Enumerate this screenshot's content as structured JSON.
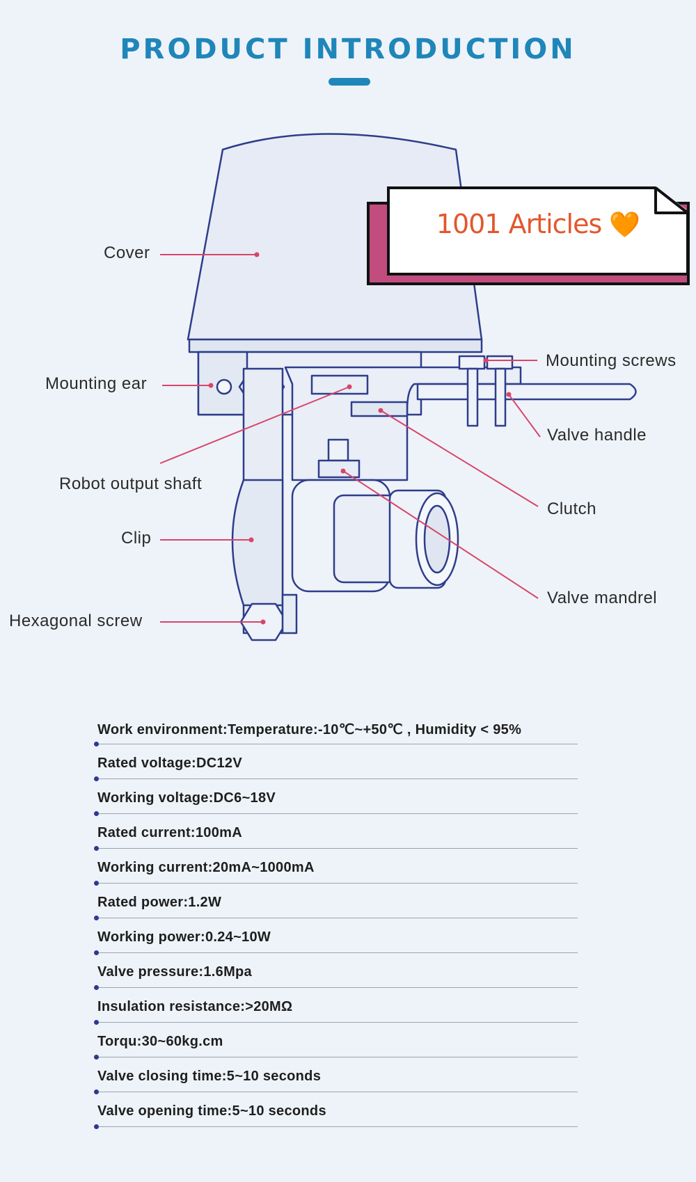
{
  "header": {
    "title": "PRODUCT INTRODUCTION"
  },
  "banner": {
    "text": "1001 Articles",
    "emoji": "🧡"
  },
  "diagram": {
    "labels": {
      "cover": "Cover",
      "mounting_ear": "Mounting ear",
      "robot_output_shaft": "Robot output shaft",
      "clip": "Clip",
      "hexagonal_screw": "Hexagonal screw",
      "mounting_screws": "Mounting screws",
      "valve_handle": "Valve handle",
      "clutch": "Clutch",
      "valve_mandrel": "Valve mandrel"
    },
    "colors": {
      "leader": "#d8456a",
      "outline": "#2e3d8a",
      "fill": "#e9eef7"
    }
  },
  "specs": [
    "Work environment:Temperature:-10℃~+50℃ ,  Humidity < 95%",
    "Rated voltage:DC12V",
    "Working voltage:DC6~18V",
    "Rated current:100mA",
    "Working current:20mA~1000mA",
    "Rated power:1.2W",
    "Working power:0.24~10W",
    "Valve pressure:1.6Mpa",
    "Insulation resistance:>20MΩ",
    "Torqu:30~60kg.cm",
    "Valve closing time:5~10 seconds",
    "Valve opening time:5~10 seconds"
  ]
}
